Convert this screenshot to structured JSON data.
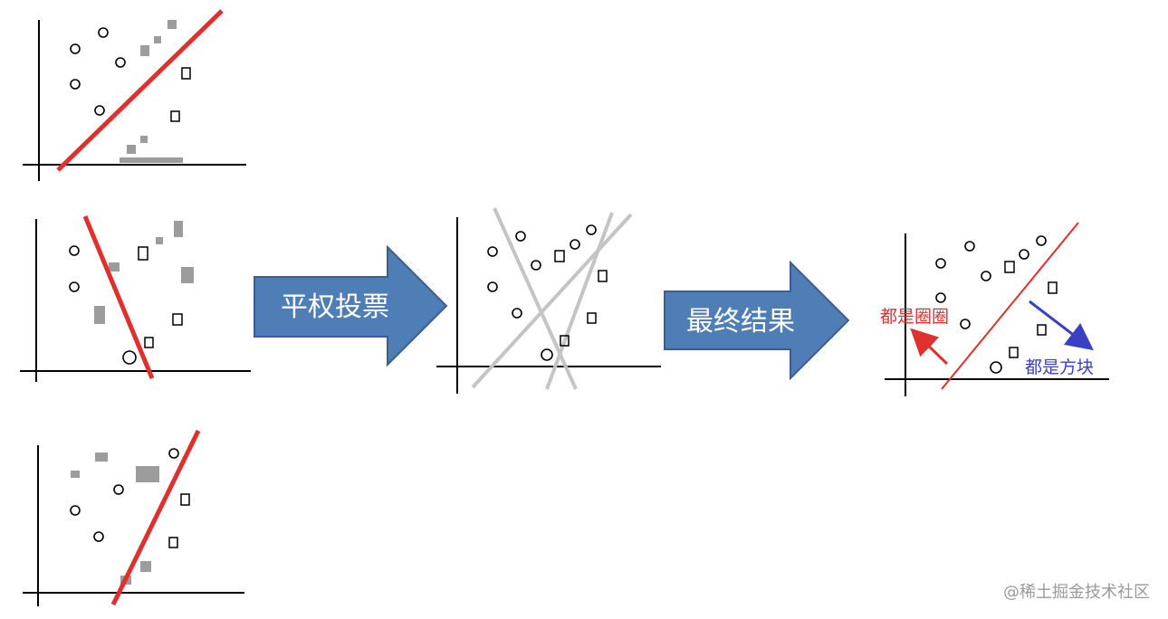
{
  "arrows": {
    "vote": {
      "label": "平权投票",
      "color": "#4f7db6"
    },
    "final": {
      "label": "最终结果",
      "color": "#4f7db6"
    }
  },
  "final_panel": {
    "left_label": "都是圈圈",
    "right_label": "都是方块",
    "red": "#e0302e",
    "blue": "#3b3fc4"
  },
  "watermark": "@稀土掘金技术社区"
}
